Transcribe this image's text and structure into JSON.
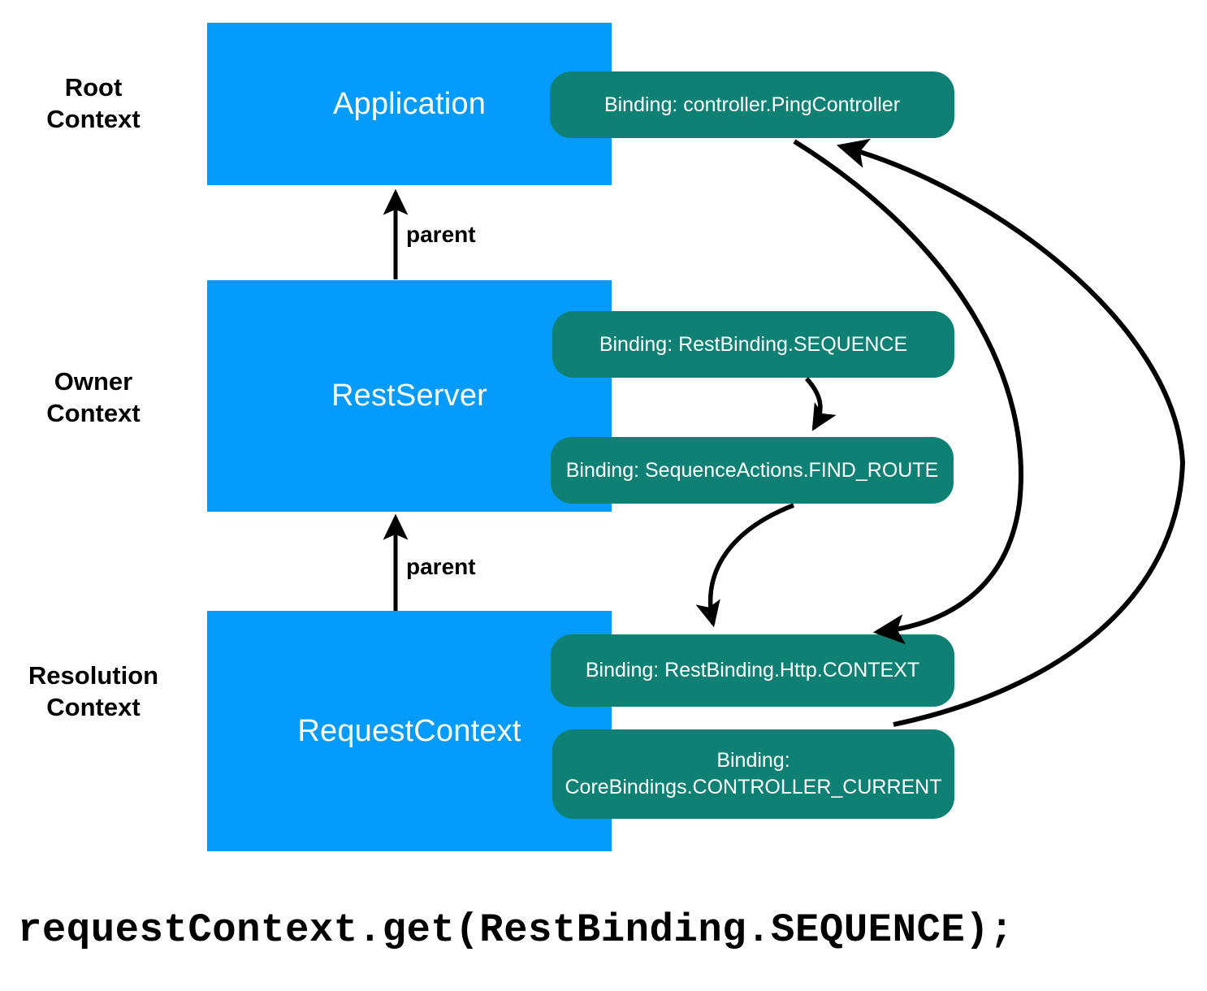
{
  "diagram": {
    "title": "LoopBack context resolution diagram",
    "colors": {
      "context_box": "#059bfb",
      "binding_pill": "#0e8074",
      "arrow": "#000000",
      "text_on_fill": "#ffffff",
      "text": "#000000",
      "background": "#ffffff"
    },
    "row_labels": [
      {
        "id": "root",
        "text": "Root\nContext"
      },
      {
        "id": "owner",
        "text": "Owner\nContext"
      },
      {
        "id": "resolution",
        "text": "Resolution\nContext"
      }
    ],
    "contexts": [
      {
        "id": "application",
        "title": "Application"
      },
      {
        "id": "restserver",
        "title": "RestServer"
      },
      {
        "id": "requestcontext",
        "title": "RequestContext"
      }
    ],
    "bindings": [
      {
        "id": "ping-controller",
        "label": "Binding: controller.PingController"
      },
      {
        "id": "rest-sequence",
        "label": "Binding: RestBinding.SEQUENCE"
      },
      {
        "id": "find-route",
        "label": "Binding: SequenceActions.FIND_ROUTE"
      },
      {
        "id": "http-context",
        "label": "Binding: RestBinding.Http.CONTEXT"
      },
      {
        "id": "controller-current",
        "label": "Binding:\nCoreBindings.CONTROLLER_CURRENT"
      }
    ],
    "edges": [
      {
        "id": "parent-app",
        "label": "parent",
        "from": "restserver",
        "to": "application"
      },
      {
        "id": "parent-server",
        "label": "parent",
        "from": "requestcontext",
        "to": "restserver"
      },
      {
        "id": "sequence-to-find-route",
        "label": "",
        "from": "rest-sequence",
        "to": "find-route"
      },
      {
        "id": "find-route-to-http-context",
        "label": "",
        "from": "find-route",
        "to": "http-context"
      },
      {
        "id": "ping-to-http-context",
        "label": "",
        "from": "ping-controller",
        "to": "http-context"
      },
      {
        "id": "controller-current-to-ping",
        "label": "",
        "from": "controller-current",
        "to": "ping-controller"
      }
    ],
    "code": {
      "statement": "requestContext.get(RestBinding.SEQUENCE);"
    }
  }
}
